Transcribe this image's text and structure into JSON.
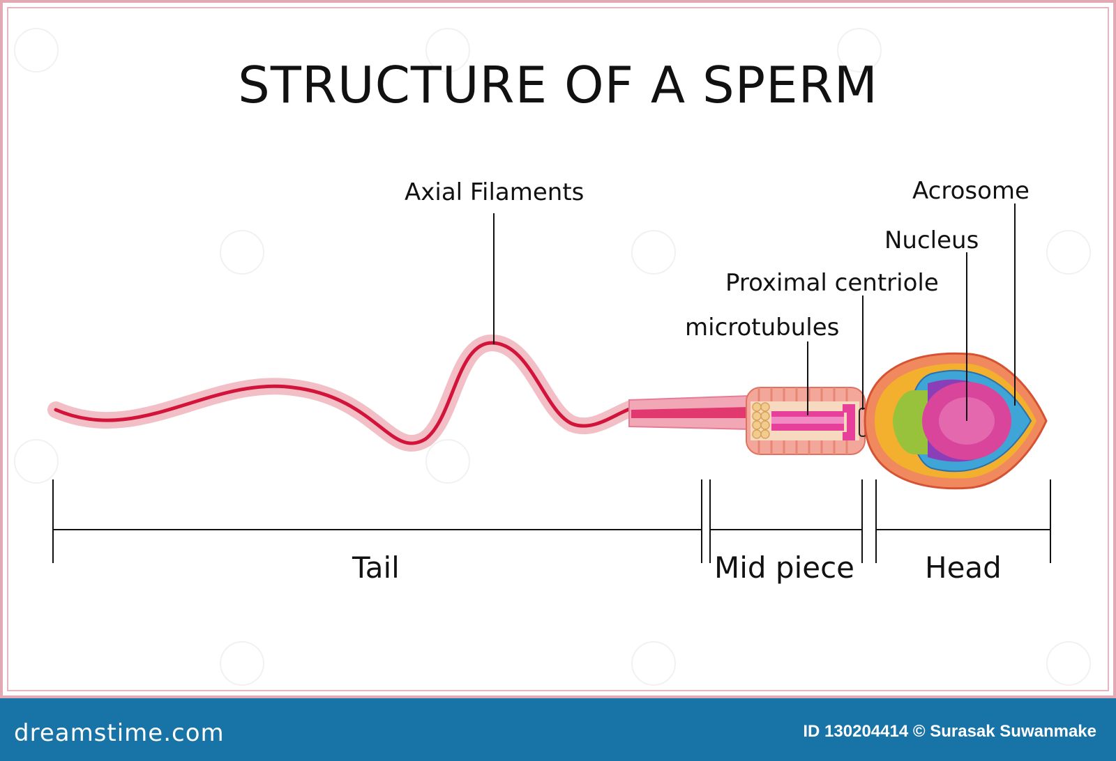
{
  "title": "STRUCTURE OF A SPERM",
  "labels": {
    "axial_filaments": "Axial Filaments",
    "acrosome": "Acrosome",
    "nucleus": "Nucleus",
    "proximal_centriole": "Proximal centriole",
    "microtubules": "microtubules"
  },
  "sections": {
    "tail": "Tail",
    "mid_piece": "Mid piece",
    "head": "Head"
  },
  "footer": {
    "brand": "dreamstime.com",
    "credit": "ID 130204414 © Surasak Suwanmake"
  },
  "colors": {
    "frame_border": "#e2a9b5",
    "footer_bg": "#1873a6",
    "tail_outer": "#f0b6bf",
    "tail_core": "#d3143a",
    "head_outer": "#e8663f",
    "acrosome": "#3fa5d6",
    "nucleus": "#d8459a",
    "inner_green": "#98c23c"
  }
}
